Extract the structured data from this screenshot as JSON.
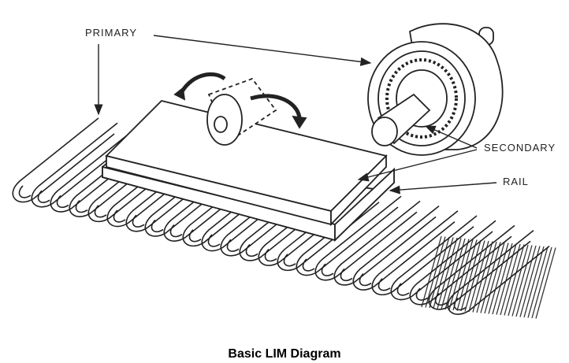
{
  "labels": {
    "primary": "PRIMARY",
    "secondary": "SECONDARY",
    "rail": "RAIL"
  },
  "caption": "Basic LIM Diagram"
}
